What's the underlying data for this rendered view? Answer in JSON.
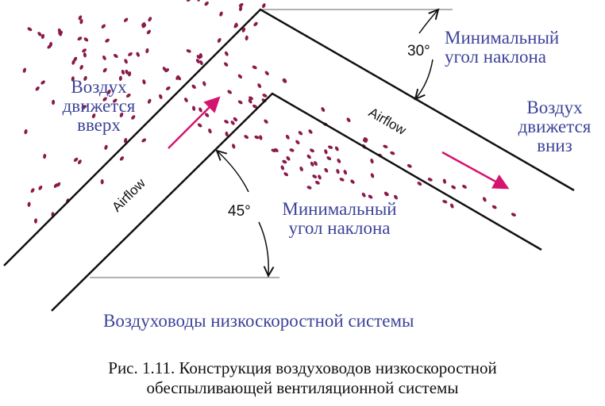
{
  "labels": {
    "up_line1": "Воздух",
    "up_line2": "движется",
    "up_line3": "вверх",
    "down_line1": "Воздух",
    "down_line2": "движется",
    "down_line3": "вниз",
    "min_angle_top_line1": "Минимальный",
    "min_angle_top_line2": "угол наклона",
    "min_angle_bottom_line1": "Минимальный",
    "min_angle_bottom_line2": "угол наклона",
    "angle_top": "30°",
    "angle_bottom": "45°",
    "airflow_left": "Airflow",
    "airflow_right": "Airflow",
    "system_title": "Воздуховоды низкоскоростной системы"
  },
  "caption": {
    "line1": "Рис. 1.11. Конструкция воздуховодов низкоскоростной",
    "line2": "обеспыливающей вентиляционной системы"
  },
  "colors": {
    "particles": "#8b1a4a",
    "arrow": "#d4146e",
    "text_blue": "#3d4399"
  }
}
